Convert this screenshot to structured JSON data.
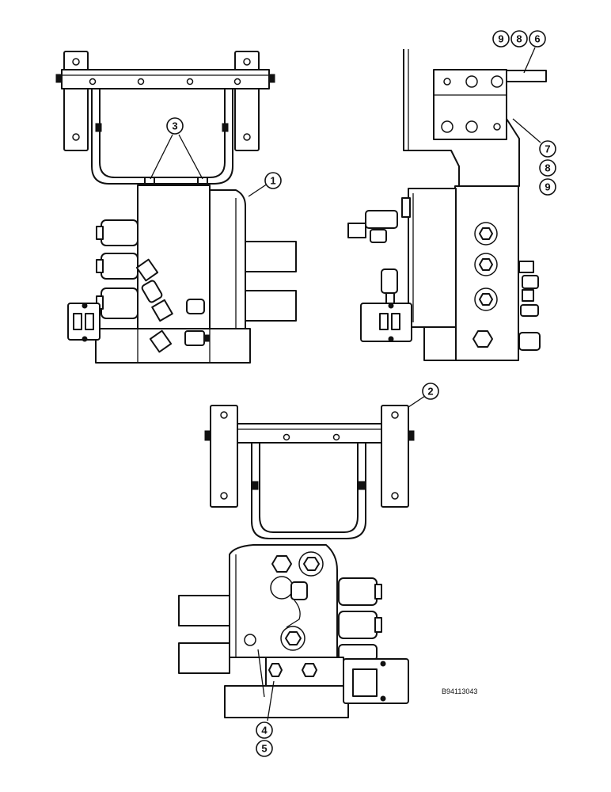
{
  "callouts": {
    "c1": "1",
    "c2": "2",
    "c3": "3",
    "c4": "4",
    "c5": "5",
    "c6": "6",
    "c7": "7",
    "c8a": "8",
    "c8b": "8",
    "c9a": "9",
    "c9b": "9"
  },
  "drawing_code": "B94113043"
}
